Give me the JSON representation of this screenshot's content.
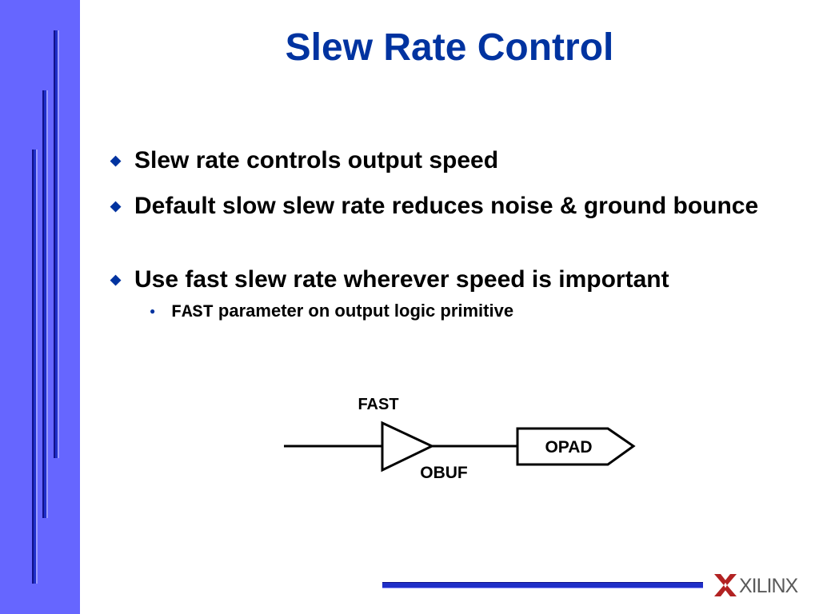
{
  "slide": {
    "title": "Slew Rate Control",
    "bullets": [
      {
        "marker": "◆",
        "text": "Slew rate controls output speed"
      },
      {
        "marker": "◆",
        "text": "Default slow slew rate reduces noise & ground bounce"
      },
      {
        "marker": "◆",
        "text": "Use fast slew rate wherever speed is important"
      }
    ],
    "sub_bullet": {
      "marker": "●",
      "code": "FAST",
      "text": " parameter on output logic primitive"
    }
  },
  "diagram": {
    "buffer_attr_label": "FAST",
    "buffer_label": "OBUF",
    "pad_label": "OPAD"
  },
  "logo": {
    "text": "XILINX"
  },
  "colors": {
    "sidebar": "#6666ff",
    "accent_bar": "#1f2fc8",
    "title": "#0033a0"
  }
}
